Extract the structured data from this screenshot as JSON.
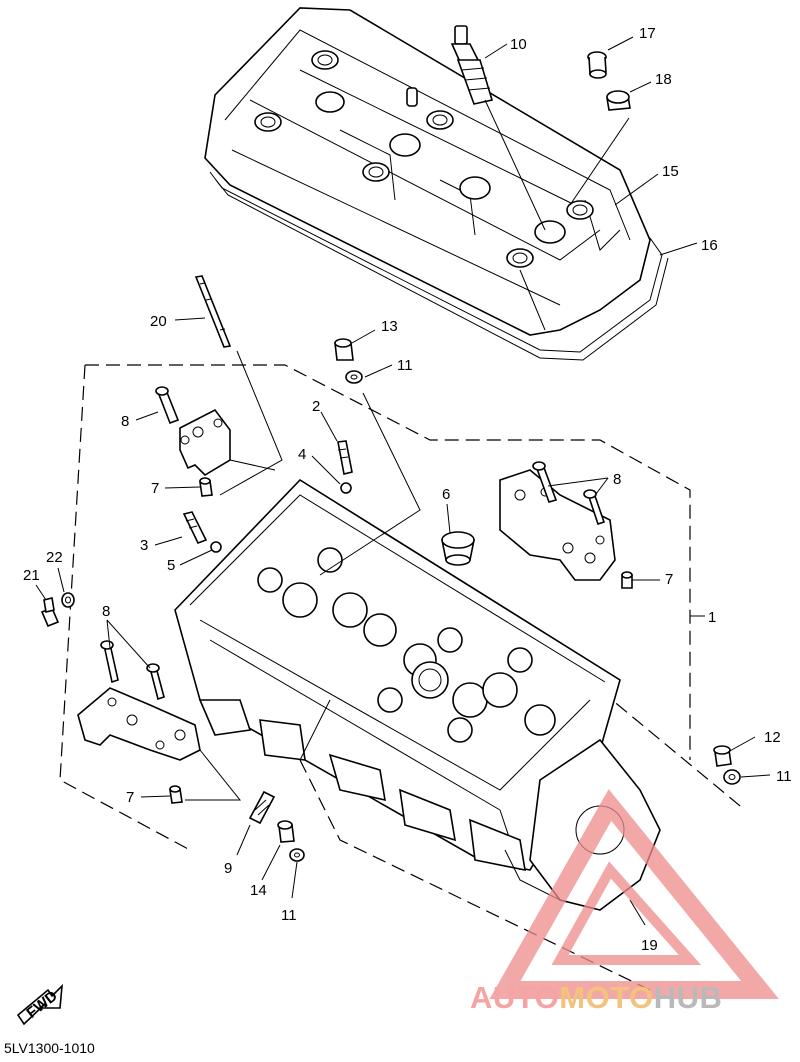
{
  "diagram_code": "5LV1300-1010",
  "fwd_label": "FWD",
  "watermark": {
    "part1": "AUTO",
    "part2": "MOTO",
    "part3": "HUB",
    "color1": "#f6a3a3",
    "color2": "#f3c27c",
    "color3": "#b9b9b9"
  },
  "callouts": {
    "c1": "1",
    "c2": "2",
    "c3": "3",
    "c4": "4",
    "c5": "5",
    "c6": "6",
    "c7a": "7",
    "c7b": "7",
    "c7c": "7",
    "c8a": "8",
    "c8b": "8",
    "c8c": "8",
    "c9": "9",
    "c10": "10",
    "c11a": "11",
    "c11b": "11",
    "c11c": "11",
    "c12": "12",
    "c13": "13",
    "c14": "14",
    "c15": "15",
    "c16": "16",
    "c17": "17",
    "c18": "18",
    "c19": "19",
    "c20": "20",
    "c21": "21",
    "c22": "22"
  }
}
